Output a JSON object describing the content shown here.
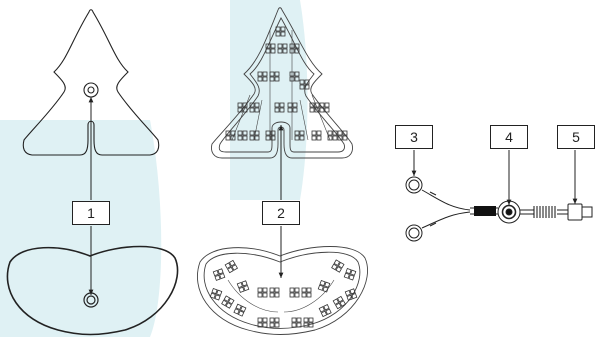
{
  "labels": {
    "one": "1",
    "two": "2",
    "three": "3",
    "four": "4",
    "five": "5"
  },
  "colors": {
    "backdrop": "#dff1f4",
    "line": "#222222"
  },
  "icons": {
    "pad": "electrode-pad-icon",
    "connector": "snap-connector-icon",
    "plug": "plug-icon"
  }
}
